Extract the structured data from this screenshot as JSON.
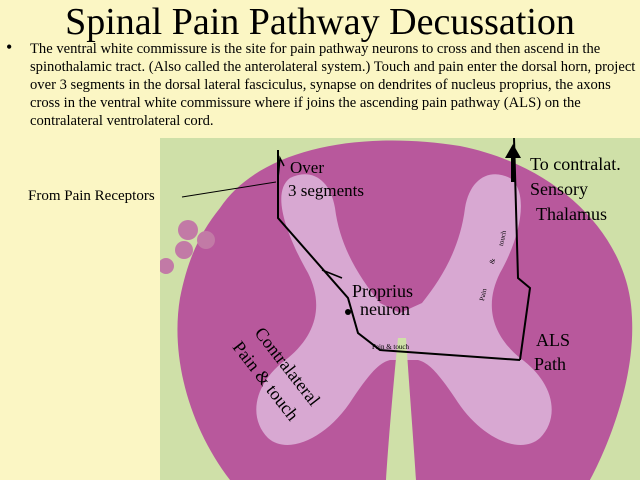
{
  "slide": {
    "title": "Spinal Pain Pathway Decussation",
    "bullet": "The ventral white commissure is the site for pain pathway neurons to cross and then ascend in the spinothalamic tract.  (Also called the anterolateral system.)  Touch and pain enter the dorsal horn, project over 3 segments in the dorsal lateral fasciculus, synapse on dendrites of nucleus proprius,  the axons cross in the ventral white commissure where if joins the ascending pain pathway (ALS) on the contralateral ventrolateral cord."
  },
  "labels": {
    "from_receptors": "From Pain Receptors",
    "over_line1": "Over",
    "over_line2": "3 segments",
    "contralat_line1": "To contralat.",
    "contralat_line2": "Sensory",
    "contralat_line3": "Thalamus",
    "proprius_line1": "Proprius",
    "proprius_line2": "neuron",
    "als_line1": "ALS",
    "als_line2": "Path",
    "contralateral_line1": "Contralateral",
    "contralateral_line2": "Pain  & touch",
    "tiny_horizontal": "Pain   &   touch",
    "tiny_vert_pain": "Pain",
    "tiny_vert_amp": "&",
    "tiny_vert_touch": "touch"
  },
  "colors": {
    "background": "#fbf6c4",
    "tissue_bg": "#cfe0a8",
    "white_matter": "#b8589c",
    "grey_matter": "#d8a8d2",
    "pathway_line": "#000000"
  },
  "icons": {
    "bullet": "bullet-dot",
    "arrow": "up-arrow-icon"
  }
}
